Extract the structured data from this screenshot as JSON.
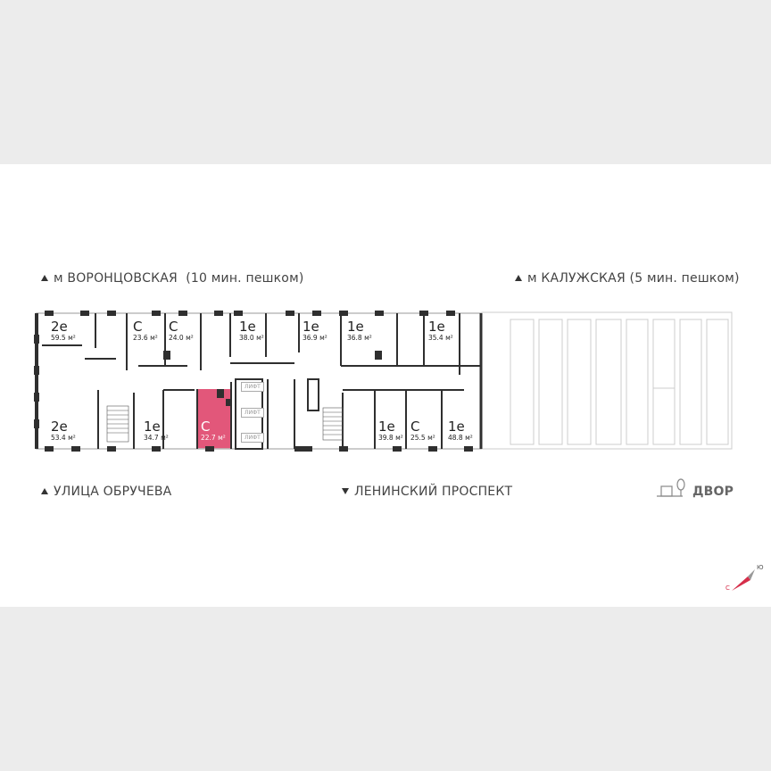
{
  "directions": {
    "metro_left": "м ВОРОНЦОВСКАЯ  (10 мин. пешком)",
    "metro_right": "м КАЛУЖСКАЯ (5 мин. пешком)",
    "street_left": "УЛИЦА ОБРУЧЕВА",
    "street_center": "ЛЕНИНСКИЙ ПРОСПЕКТ",
    "yard": "ДВОР"
  },
  "compass": {
    "north": "С",
    "south": "Ю"
  },
  "colors": {
    "selected": "#e2577a",
    "walls": "#2f2f2f"
  },
  "apartments": [
    {
      "type": "2е",
      "area": "59.5 м²"
    },
    {
      "type": "С",
      "area": "23.6 м²"
    },
    {
      "type": "С",
      "area": "24.0 м²"
    },
    {
      "type": "1е",
      "area": "38.0 м²"
    },
    {
      "type": "1е",
      "area": "36.9 м²"
    },
    {
      "type": "1е",
      "area": "36.8 м²"
    },
    {
      "type": "1е",
      "area": "35.4 м²"
    },
    {
      "type": "2е",
      "area": "53.4 м²"
    },
    {
      "type": "1е",
      "area": "34.7 м²"
    },
    {
      "type": "С",
      "area": "22.7 м²",
      "selected": true
    },
    {
      "type": "1е",
      "area": "39.8 м²"
    },
    {
      "type": "С",
      "area": "25.5 м²"
    },
    {
      "type": "1е",
      "area": "48.8 м²"
    }
  ],
  "lifts": [
    "ЛИФТ",
    "ЛИФТ",
    "ЛИФТ"
  ]
}
